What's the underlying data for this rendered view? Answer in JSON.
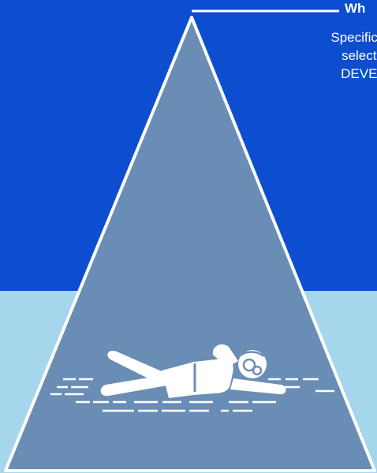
{
  "colors": {
    "sky": "#0c4ecf",
    "water": "#a6d6ec",
    "cone": "#6a8db5",
    "outline": "#ffffff"
  },
  "callout": {
    "title": "Wh",
    "lines": [
      "Specific sy",
      "selecte",
      "DEVEL"
    ]
  },
  "icons": {
    "swimmer": "swimmer-icon",
    "waves": "water-lines-icon"
  }
}
